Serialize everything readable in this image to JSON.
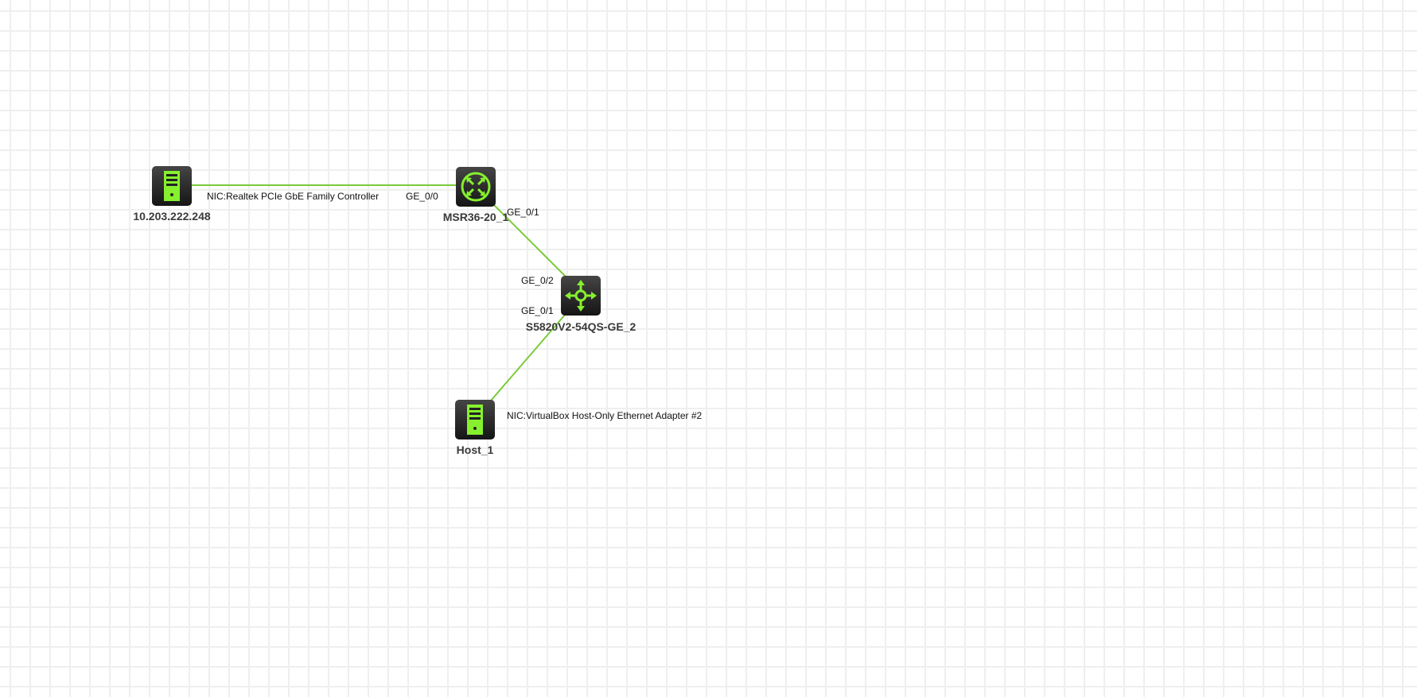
{
  "colors": {
    "link": "#7acb3a",
    "icon": "#86f02e"
  },
  "nodes": {
    "server": {
      "name": "10.203.222.248",
      "icon": "server-icon"
    },
    "router": {
      "name": "MSR36-20_1",
      "icon": "router-icon"
    },
    "switch": {
      "name": "S5820V2-54QS-GE_2",
      "icon": "switch-icon"
    },
    "host": {
      "name": "Host_1",
      "icon": "server-icon"
    }
  },
  "links": [
    {
      "from": "server",
      "to": "router",
      "from_label": "NIC:Realtek PCIe GbE Family Controller",
      "to_label": "GE_0/0"
    },
    {
      "from": "router",
      "to": "switch",
      "from_label": "GE_0/1",
      "to_label": "GE_0/2"
    },
    {
      "from": "switch",
      "to": "host",
      "from_label": "GE_0/1",
      "to_label": "NIC:VirtualBox Host-Only Ethernet Adapter #2"
    }
  ]
}
